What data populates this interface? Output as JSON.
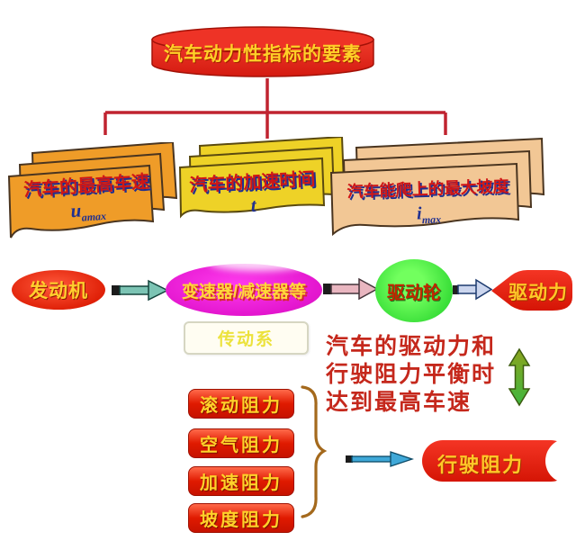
{
  "title": {
    "text": "汽车动力性指标的要素"
  },
  "banners": [
    {
      "label": "汽车的最高车速",
      "formula_main": "u",
      "formula_sub": "amax",
      "color": "#ef9c28"
    },
    {
      "label": "汽车的加速时间",
      "formula_main": "t",
      "formula_sub": "",
      "color": "#eed227"
    },
    {
      "label": "汽车能爬上的最大坡度",
      "formula_main": "i",
      "formula_sub": "max",
      "color": "#f2c795"
    }
  ],
  "flow": {
    "engine": "发动机",
    "transmission": "变速器/减速器等",
    "transmission_system": "传动系",
    "drive_wheel": "驱动轮",
    "driving_force": "驱动力"
  },
  "balance_note": {
    "line1": "汽车的驱动力和",
    "line2": "行驶阻力平衡时",
    "line3": "达到最高车速"
  },
  "resistances": {
    "items": [
      "滚动阻力",
      "空气阻力",
      "加速阻力",
      "坡度阻力"
    ],
    "total": "行驶阻力"
  },
  "colors": {
    "title_cylinder": "#e32a1c",
    "title_text": "#ffd028",
    "connector_red": "#c02330",
    "banner_orange": "#ef9c28",
    "banner_yellow": "#eed227",
    "banner_peach": "#f2c795",
    "banner_label_red": "#cf1616",
    "banner_shadow_navy": "#203090",
    "node_red": "#e02108",
    "node_magenta": "#e316ce",
    "node_green": "#37dd37",
    "arrow_teal": "#7cc4b4",
    "arrow_pink": "#e9b6c0",
    "arrow_steel": "#ccd6ee",
    "arrow_cyan": "#3fa8d8",
    "balance_arrow_green": "#55b83a",
    "brace_brown": "#a4691c",
    "resistance_box_red": "#e01a00",
    "box_text_yellow": "#ffd22a"
  }
}
